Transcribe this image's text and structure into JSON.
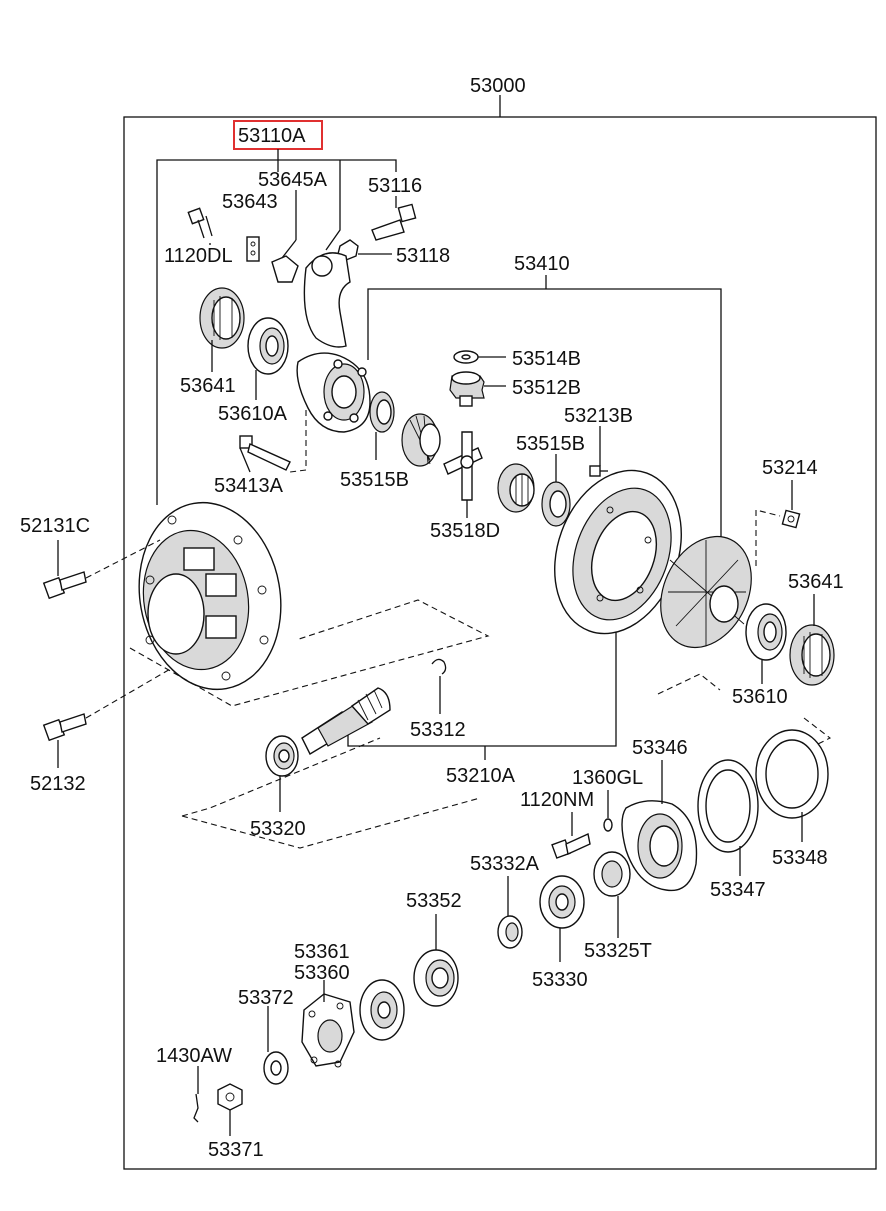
{
  "assembly": {
    "main": "53000",
    "highlighted": "53110A",
    "highlight_color": "#e03030"
  },
  "labels": {
    "l53645A": "53645A",
    "l53116": "53116",
    "l53643": "53643",
    "l1120DL": "1120DL",
    "l53118": "53118",
    "l53410": "53410",
    "l53514B": "53514B",
    "l53512B": "53512B",
    "l53641a": "53641",
    "l53610A": "53610A",
    "l53213B": "53213B",
    "l53515Ba": "53515B",
    "l53413A": "53413A",
    "l53515Bb": "53515B",
    "l53214": "53214",
    "l52131C": "52131C",
    "l53518D": "53518D",
    "l53641b": "53641",
    "l53610": "53610",
    "l53312": "53312",
    "l52132": "52132",
    "l53346": "53346",
    "l53210A": "53210A",
    "l1360GL": "1360GL",
    "l1120NM": "1120NM",
    "l53320": "53320",
    "l53332A": "53332A",
    "l53348": "53348",
    "l53347": "53347",
    "l53352": "53352",
    "l53325T": "53325T",
    "l53330": "53330",
    "l53361": "53361",
    "l53360": "53360",
    "l53372": "53372",
    "l1430AW": "1430AW",
    "l53371": "53371"
  }
}
